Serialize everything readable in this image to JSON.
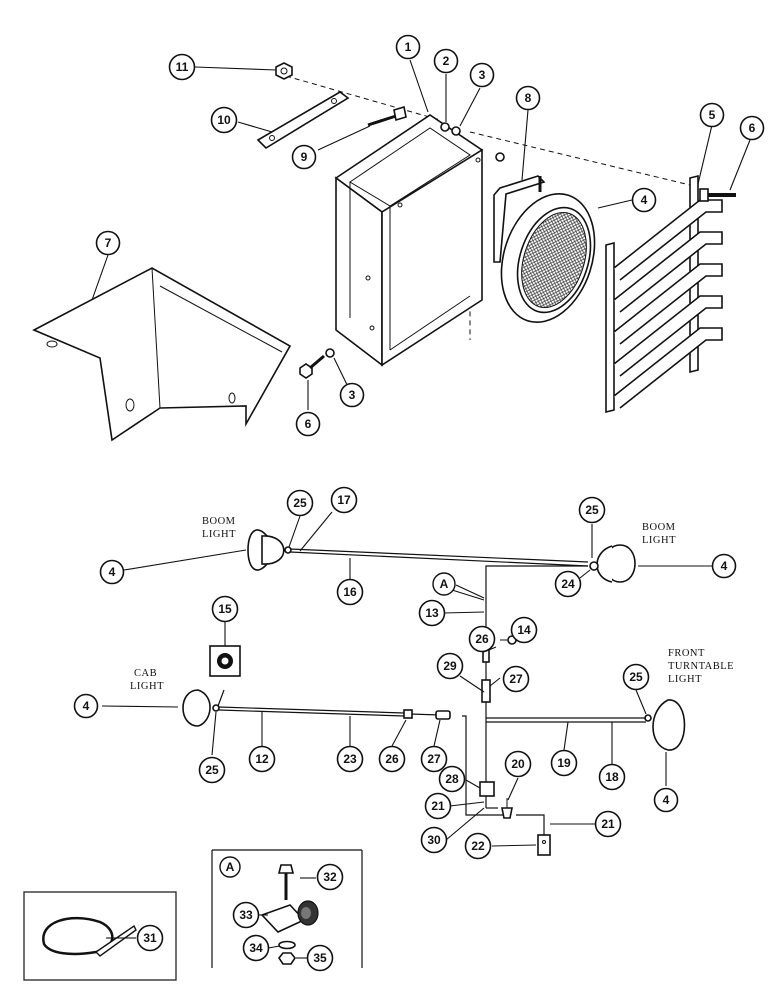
{
  "labels": {
    "boom_light_left": [
      "BOOM",
      "LIGHT"
    ],
    "boom_light_right": [
      "BOOM",
      "LIGHT"
    ],
    "cab_light": [
      "CAB",
      "LIGHT"
    ],
    "front_turntable_light": [
      "FRONT",
      "TURNTABLE",
      "LIGHT"
    ]
  },
  "detail_marker": "A",
  "callouts": [
    {
      "id": "c1",
      "label": "1"
    },
    {
      "id": "c2",
      "label": "2"
    },
    {
      "id": "c3a",
      "label": "3"
    },
    {
      "id": "c11",
      "label": "11"
    },
    {
      "id": "c10",
      "label": "10"
    },
    {
      "id": "c9",
      "label": "9"
    },
    {
      "id": "c8",
      "label": "8"
    },
    {
      "id": "c5",
      "label": "5"
    },
    {
      "id": "c6a",
      "label": "6"
    },
    {
      "id": "c4a",
      "label": "4"
    },
    {
      "id": "c7",
      "label": "7"
    },
    {
      "id": "c3b",
      "label": "3"
    },
    {
      "id": "c6b",
      "label": "6"
    },
    {
      "id": "c25a",
      "label": "25"
    },
    {
      "id": "c17",
      "label": "17"
    },
    {
      "id": "c25b",
      "label": "25"
    },
    {
      "id": "c4b",
      "label": "4"
    },
    {
      "id": "c4c",
      "label": "4"
    },
    {
      "id": "c16",
      "label": "16"
    },
    {
      "id": "c24",
      "label": "24"
    },
    {
      "id": "c13",
      "label": "13"
    },
    {
      "id": "c15",
      "label": "15"
    },
    {
      "id": "c14",
      "label": "14"
    },
    {
      "id": "c26a",
      "label": "26"
    },
    {
      "id": "c27a",
      "label": "27"
    },
    {
      "id": "c25c",
      "label": "25"
    },
    {
      "id": "c29",
      "label": "29"
    },
    {
      "id": "c4d",
      "label": "4"
    },
    {
      "id": "c25d",
      "label": "25"
    },
    {
      "id": "c12",
      "label": "12"
    },
    {
      "id": "c23",
      "label": "23"
    },
    {
      "id": "c26b",
      "label": "26"
    },
    {
      "id": "c27b",
      "label": "27"
    },
    {
      "id": "c20",
      "label": "20"
    },
    {
      "id": "c19",
      "label": "19"
    },
    {
      "id": "c18",
      "label": "18"
    },
    {
      "id": "c28",
      "label": "28"
    },
    {
      "id": "c21a",
      "label": "21"
    },
    {
      "id": "c4e",
      "label": "4"
    },
    {
      "id": "c30",
      "label": "30"
    },
    {
      "id": "c21b",
      "label": "21"
    },
    {
      "id": "c22",
      "label": "22"
    },
    {
      "id": "c31",
      "label": "31"
    },
    {
      "id": "c32",
      "label": "32"
    },
    {
      "id": "c33",
      "label": "33"
    },
    {
      "id": "c34",
      "label": "34"
    },
    {
      "id": "c35",
      "label": "35"
    }
  ]
}
